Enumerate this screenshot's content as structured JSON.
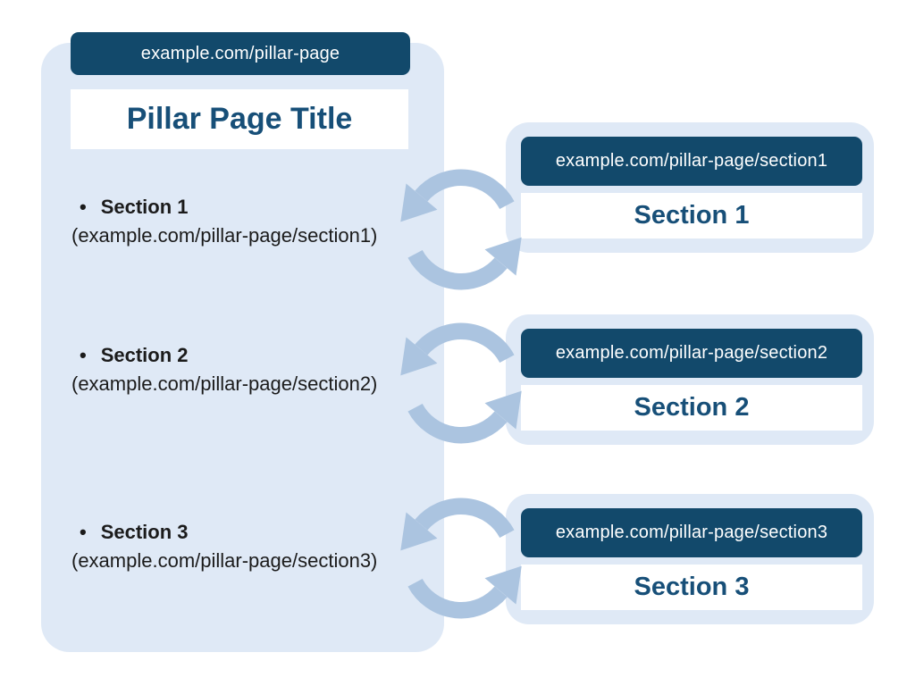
{
  "colors": {
    "navy": "#12496b",
    "navy_text": "#174f78",
    "panel_blue": "#dfe9f6",
    "arrow_blue": "#abc4e0",
    "text_dark": "#1b1b1b"
  },
  "pillar": {
    "url": "example.com/pillar-page",
    "title": "Pillar Page Title",
    "items": [
      {
        "label": "Section 1",
        "url_note": "(example.com/pillar-page/section1)"
      },
      {
        "label": "Section 2",
        "url_note": "(example.com/pillar-page/section2)"
      },
      {
        "label": "Section 3",
        "url_note": "(example.com/pillar-page/section3)"
      }
    ]
  },
  "sections": [
    {
      "url": "example.com/pillar-page/section1",
      "title": "Section 1"
    },
    {
      "url": "example.com/pillar-page/section2",
      "title": "Section 2"
    },
    {
      "url": "example.com/pillar-page/section3",
      "title": "Section 3"
    }
  ],
  "icons": {
    "cycle": "cycle-arrows-icon"
  }
}
